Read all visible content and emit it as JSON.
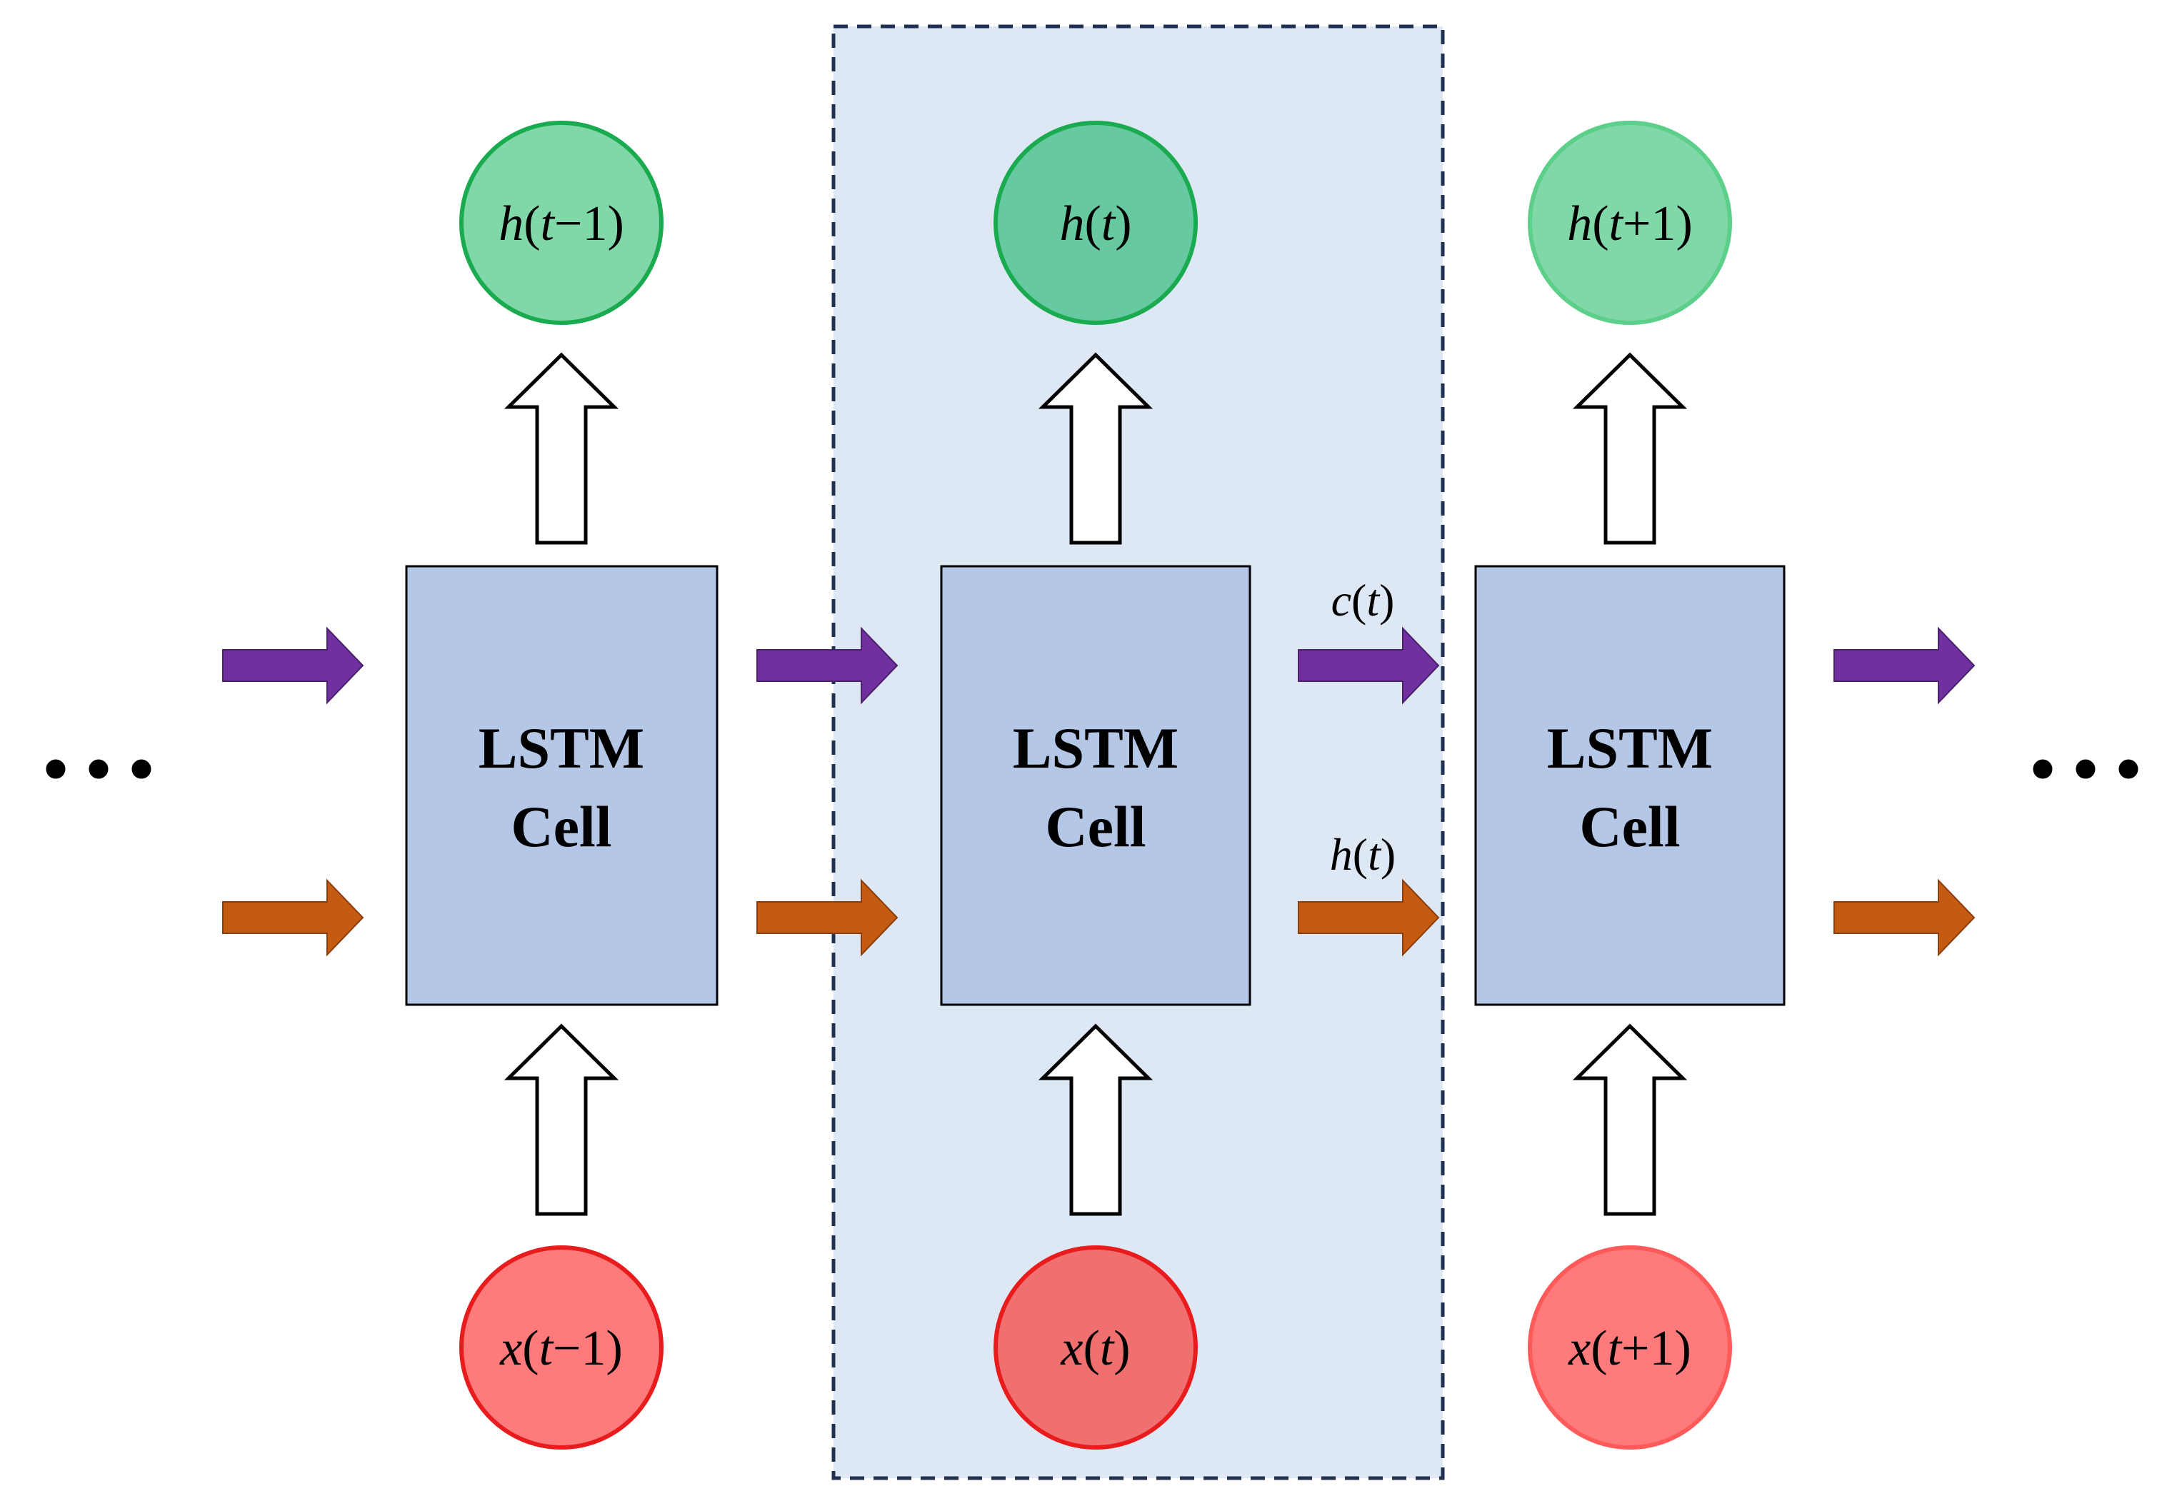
{
  "cells": [
    {
      "line1": "LSTM",
      "line2": "Cell"
    },
    {
      "line1": "LSTM",
      "line2": "Cell"
    },
    {
      "line1": "LSTM",
      "line2": "Cell"
    }
  ],
  "outputs": [
    {
      "var": "h",
      "arg": "t",
      "op": "−",
      "num": "1"
    },
    {
      "var": "h",
      "arg": "t",
      "op": "",
      "num": ""
    },
    {
      "var": "h",
      "arg": "t",
      "op": "+",
      "num": "1"
    }
  ],
  "inputs": [
    {
      "var": "x",
      "arg": "t",
      "op": "−",
      "num": "1"
    },
    {
      "var": "x",
      "arg": "t",
      "op": "",
      "num": ""
    },
    {
      "var": "x",
      "arg": "t",
      "op": "+",
      "num": "1"
    }
  ],
  "state_labels": {
    "cell_state": {
      "var": "c",
      "arg": "t"
    },
    "hidden_state": {
      "var": "h",
      "arg": "t"
    }
  },
  "ellipsis": "• • •",
  "colors": {
    "cell_fill": "#b4c7e7",
    "highlight_fill": "#dee8f5",
    "highlight_border": "#1f3050",
    "output_fill": "#80d8a8",
    "output_fill_current": "#66c9a0",
    "output_stroke": "#1aaa50",
    "input_fill": "#ff7b7b",
    "input_fill_current": "#f07070",
    "input_stroke": "#e81c1c",
    "cell_state_arrow": "#7030a0",
    "hidden_state_arrow": "#c55a11"
  }
}
